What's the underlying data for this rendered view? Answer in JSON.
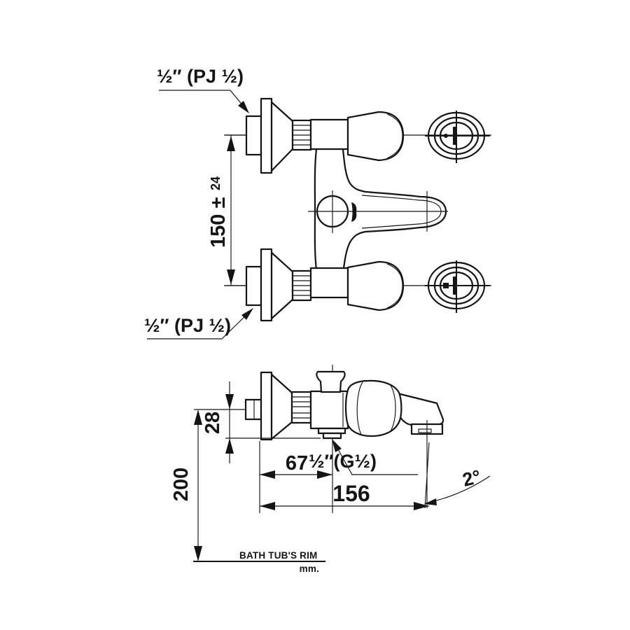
{
  "drawing": {
    "plan_view": {
      "inlet_top_label": "½″ (PJ ½)",
      "inlet_bottom_label": "½″ (PJ ½)",
      "inlet_spacing": {
        "value": "150 ±",
        "tolerance": "24"
      }
    },
    "side_view": {
      "drop_to_outlet": "28",
      "height_above_rim": "200",
      "outlet_offset": "67",
      "spout_reach": "156",
      "outlet_label": "½″(G½)",
      "spout_angle": "2°",
      "rim_label": "BATH TUB'S RIM",
      "units_label": "mm."
    },
    "colors": {
      "line": "#141414",
      "background": "#ffffff"
    }
  }
}
